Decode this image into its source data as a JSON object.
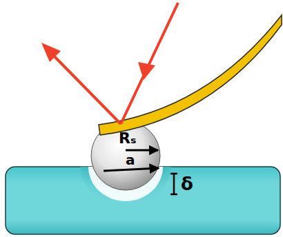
{
  "diagram": {
    "labels": [
      "Rₛ",
      "a",
      "δ"
    ]
  }
}
